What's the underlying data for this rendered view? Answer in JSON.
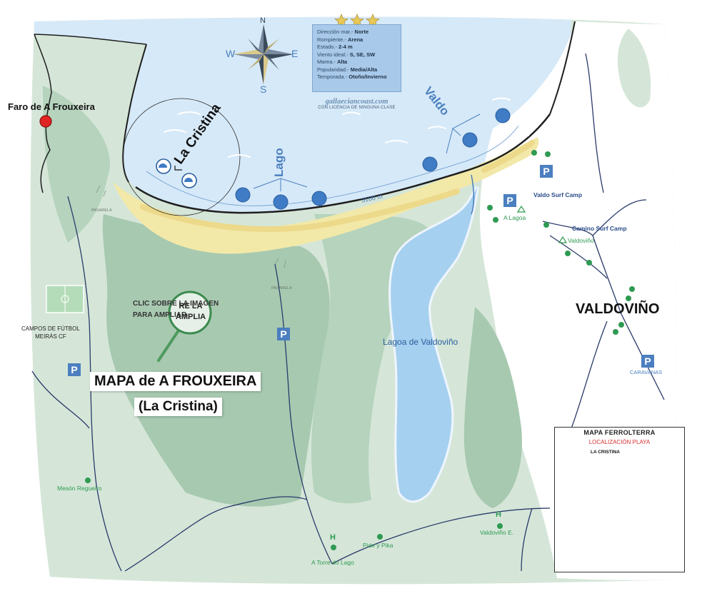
{
  "map": {
    "title_line1": "MAPA de A FROUXEIRA",
    "title_line2": "(La Cristina)",
    "click_line1": "CLIC SOBRE LA IMAGEN",
    "click_line2": "PARA AMPLIAR",
    "magnifier_line1": "RE LA",
    "magnifier_line2": "AMPLIA",
    "stars": 3
  },
  "compass": {
    "n": "N",
    "s": "S",
    "e": "E",
    "w": "W"
  },
  "beach_info": {
    "rows": [
      {
        "label": "Dirección mar.-",
        "value": "Norte"
      },
      {
        "label": "Rompiente.-",
        "value": "Arena"
      },
      {
        "label": "Estado.-",
        "value": "2-4 m"
      },
      {
        "label": "Viento ideal.-",
        "value": "S, SE, SW"
      },
      {
        "label": "Marea.-",
        "value": "Alta"
      },
      {
        "label": "Popularidad.-",
        "value": "Media/Alta"
      },
      {
        "label": "Temporada.-",
        "value": "Otoño/Invierno"
      }
    ],
    "brand": "gallaeciancoast.com",
    "license": "CON LICENCIA DE NINGUNA CLASE"
  },
  "spots": {
    "la_cristina": "La Cristina",
    "lago": "Lago",
    "valdo": "Valdo",
    "distance": "3100 m"
  },
  "places": {
    "faro": "Faro de A Frouxeira",
    "lagoa_valdovino": "Lagoa de Valdoviño",
    "valdovino": "VALDOVIÑO",
    "campos_line1": "CAMPOS DE FÚTBOL",
    "campos_line2": "MEIRÁS CF",
    "meson": "Mesón Regueiro",
    "torre": "A Torre do Lago",
    "pide": "Pide y Pika",
    "valdovino_e": "Valdoviño E.",
    "a_lagoa": "A Lagoa",
    "valdovino_camp": "Valdoviño",
    "valdo_surf_camp": "Valdo Surf Camp",
    "camino_surf_camp": "Camino Surf Camp",
    "caravanas": "CARAVANAS",
    "pasarela": "PASARELA"
  },
  "parking": "P",
  "hotel": "H",
  "inset": {
    "title": "MAPA FERROLTERRA",
    "subtitle": "LOCALIZACIÓN PLAYA",
    "beach": "LA CRISTINA"
  },
  "colors": {
    "sea": "#d6e9f8",
    "land_light": "#d5e6d8",
    "land_dark": "#a7c9b0",
    "sand": "#f2e8a8",
    "lagoon": "#a6d0ef",
    "spot": "#3f7cc5",
    "label_blue": "#4b7fbf",
    "poi_green": "#2e9a52",
    "faro_red": "#e02424"
  }
}
